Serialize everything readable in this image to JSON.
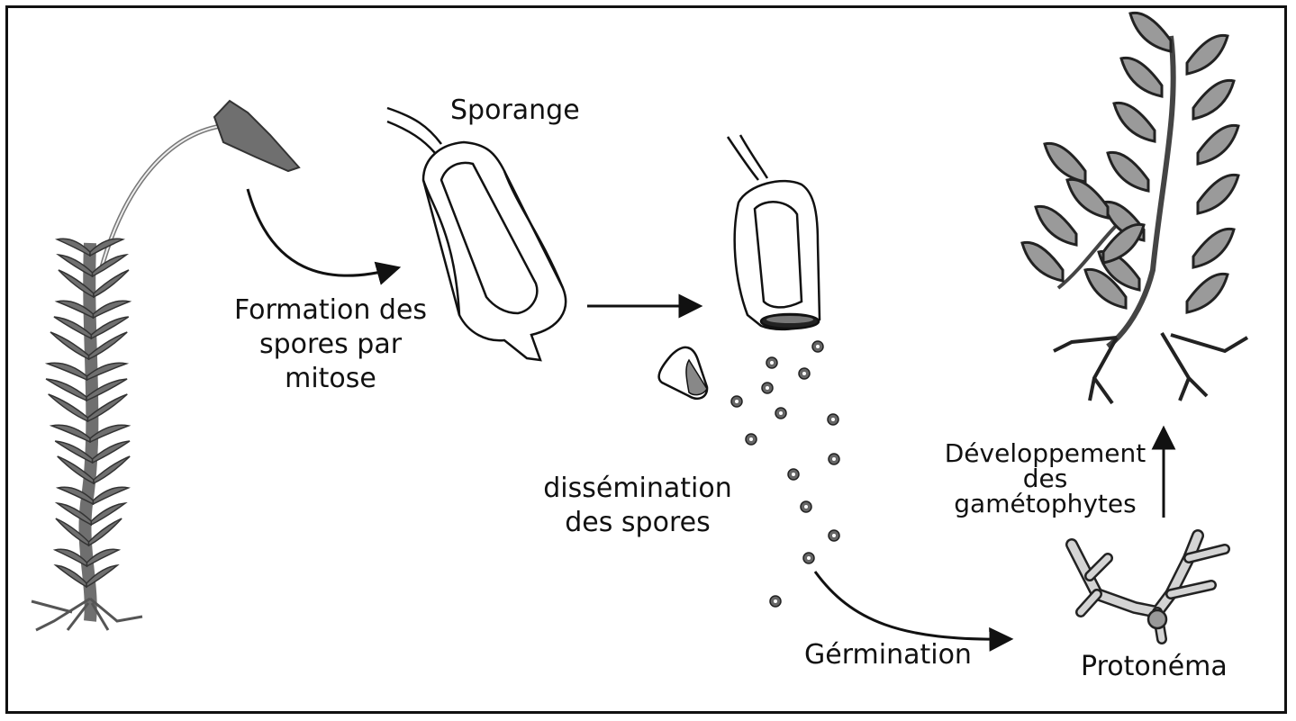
{
  "labels": {
    "sporange": "Sporange",
    "formation": [
      "Formation des",
      "spores par",
      "mitose"
    ],
    "dissemination": [
      "dissémination",
      "des spores"
    ],
    "germination": "Gérmination",
    "protonema": "Protonéma",
    "developpement": [
      "Développement",
      "des",
      "gamétophytes"
    ]
  },
  "colors": {
    "ink": "#111111",
    "plant": "#6f6f6f",
    "plantLight": "#9a9a9a",
    "background": "#ffffff"
  }
}
